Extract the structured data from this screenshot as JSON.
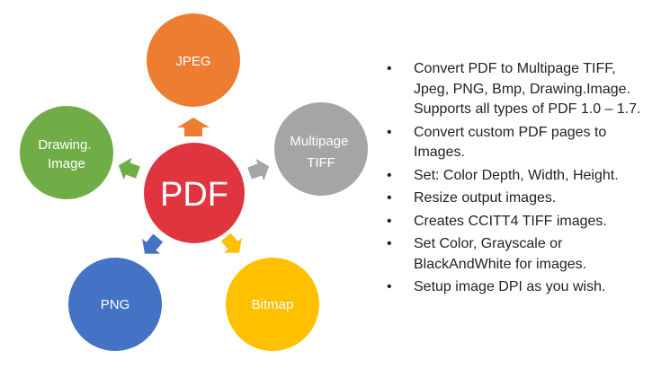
{
  "diagram": {
    "center": {
      "label": "PDF",
      "color": "#E0353F"
    },
    "nodes": [
      {
        "id": "jpeg",
        "label": "JPEG",
        "color": "#ED7D31"
      },
      {
        "id": "multipage-tiff",
        "label": "Multipage\nTIFF",
        "color": "#A5A5A5"
      },
      {
        "id": "bitmap",
        "label": "Bitmap",
        "color": "#FFC000"
      },
      {
        "id": "png",
        "label": "PNG",
        "color": "#4472C4"
      },
      {
        "id": "drawing-image",
        "label": "Drawing.\nImage",
        "color": "#70AD47"
      }
    ]
  },
  "features": [
    {
      "text": "Convert PDF to Multipage TIFF,\nJpeg, PNG, Bmp, Drawing.Image.\nSupports all types of PDF 1.0 – 1.7."
    },
    {
      "text": "Convert custom PDF pages to\nImages."
    },
    {
      "text": "Set: Color Depth, Width, Height."
    },
    {
      "text": "Resize output images."
    },
    {
      "text": "Creates CCITT4 TIFF images."
    },
    {
      "text": "Set Color, Grayscale or\nBlackAndWhite for images."
    },
    {
      "text": "Setup image DPI as you wish."
    }
  ]
}
